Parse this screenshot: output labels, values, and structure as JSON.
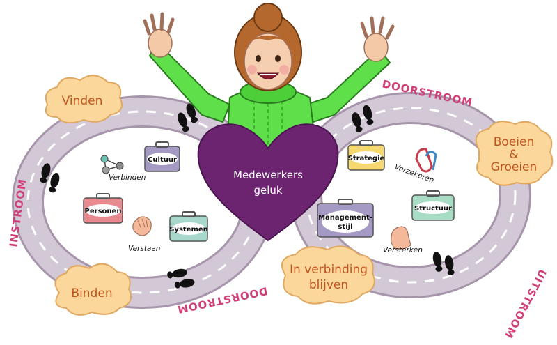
{
  "center": {
    "line1": "Medewerkers",
    "line2": "geluk"
  },
  "flows": {
    "instroom": "INSTROOM",
    "doorstroom_top": "DOORSTROOM",
    "doorstroom_bottom": "DOORSTROOM",
    "uitstroom": "UITSTROOM"
  },
  "clouds": {
    "vinden": "Vinden",
    "binden": "Binden",
    "boeien1": "Boeien",
    "boeien2": "&",
    "boeien3": "Groeien",
    "verbinding1": "In verbinding",
    "verbinding2": "blijven"
  },
  "cases": {
    "cultuur": "Cultuur",
    "personen": "Personen",
    "systemen": "Systemen",
    "strategie": "Strategie",
    "structuur": "Structuur",
    "management1": "Management-",
    "management2": "stijl"
  },
  "verbs": {
    "verbinden": "Verbinden",
    "verstaan": "Verstaan",
    "verzekeren": "Verzekeren",
    "versterken": "Versterken"
  },
  "colors": {
    "track": "#cfc3d2",
    "heart": "#6c2470",
    "flow_text": "#cf3f78",
    "cloud": "#fcd79c",
    "sweater": "#5fe04a"
  }
}
